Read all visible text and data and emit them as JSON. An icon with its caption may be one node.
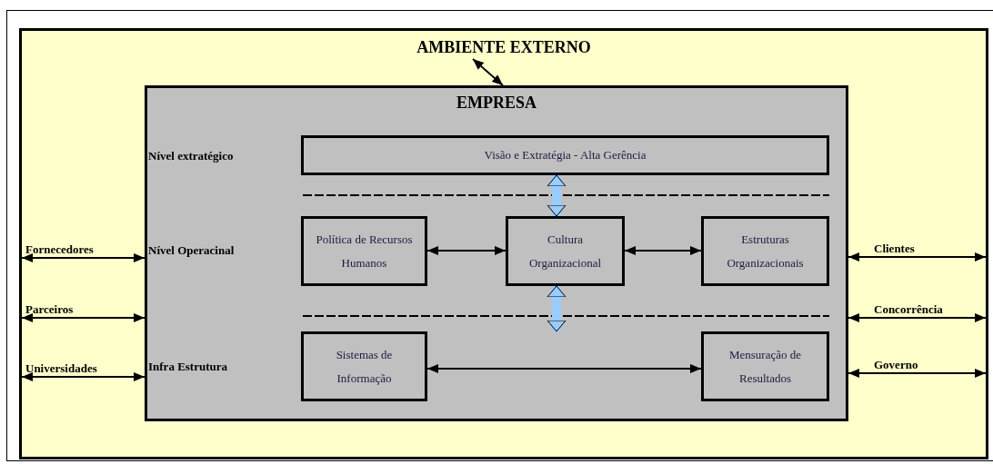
{
  "diagram": {
    "nodes": [
      {
        "text": [
          "AMBIENTE EXTERNO"
        ]
      },
      {
        "text": [
          "EMPRESA"
        ],
        "in": 0
      },
      {
        "text": [
          "Visão e Extratégia - Alta Gerência"
        ],
        "in": 1
      },
      {
        "text": [
          "Política de Recursos Humanos"
        ],
        "in": 1
      },
      {
        "text": [
          "Cultura Organizacional"
        ],
        "in": 1
      },
      {
        "text": [
          "Estruturas Organizacionais"
        ],
        "in": 1
      },
      {
        "text": [
          "Sistemas de Informação"
        ],
        "in": 1
      },
      {
        "text": [
          "Mensuração de Resultados"
        ],
        "in": 1
      }
    ],
    "edges": [
      {
        "from": 0,
        "to": 1,
        "arrow": "both"
      },
      {
        "from": 2,
        "to": 4,
        "arrow": "both",
        "style": "thick",
        "color": "#99ccff"
      },
      {
        "from": 3,
        "to": 4,
        "arrow": "both"
      },
      {
        "from": 4,
        "to": 5,
        "arrow": "both"
      },
      {
        "from": 4,
        "to": null,
        "arrow": "both",
        "style": "thick",
        "color": "#99ccff"
      },
      {
        "from": 6,
        "to": 7,
        "arrow": "both"
      },
      {
        "from": 0,
        "to": 1,
        "arrow": "both",
        "label": "Fornecedores"
      },
      {
        "from": 0,
        "to": 1,
        "arrow": "both",
        "label": "Parceiros"
      },
      {
        "from": 0,
        "to": 1,
        "arrow": "both",
        "label": "Universidades"
      },
      {
        "from": 1,
        "to": 0,
        "arrow": "both",
        "label": "Clientes"
      },
      {
        "from": 1,
        "to": 0,
        "arrow": "both",
        "label": "Concorrência"
      },
      {
        "from": 1,
        "to": 0,
        "arrow": "both",
        "label": "Governo"
      }
    ],
    "labels": [
      "Nível extratégico",
      "Nível Operacinal",
      "Infra Estrutura"
    ]
  }
}
